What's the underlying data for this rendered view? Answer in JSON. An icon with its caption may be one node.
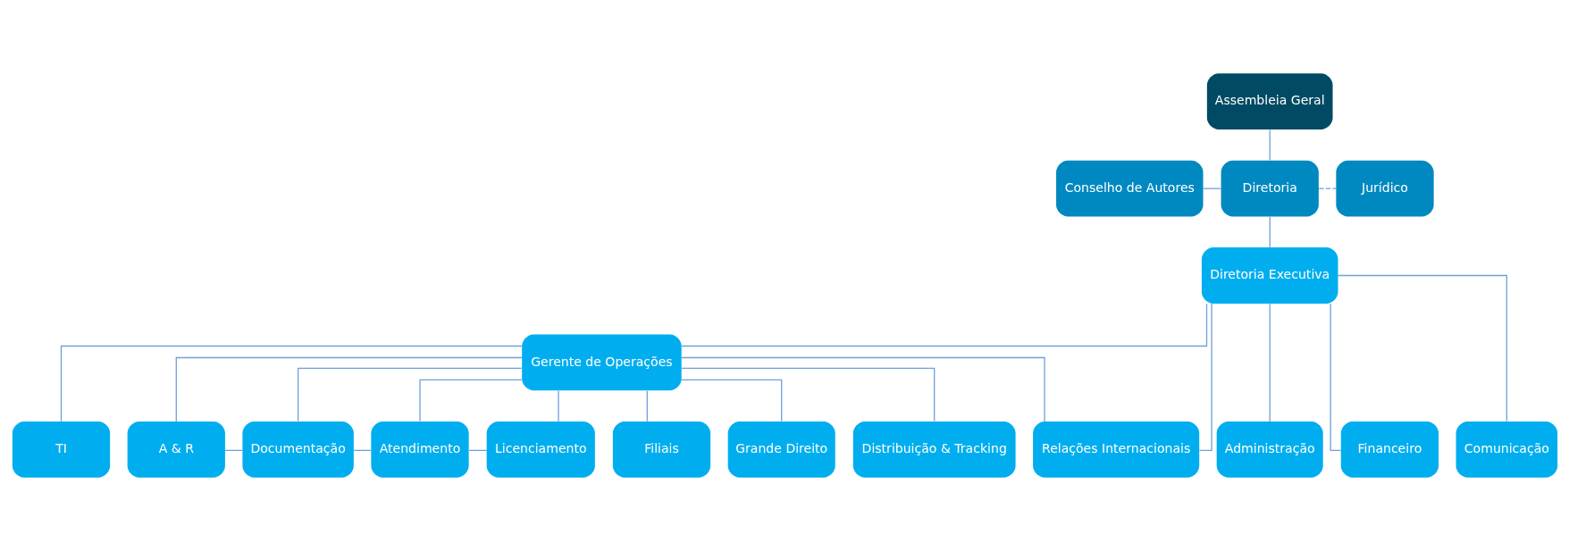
{
  "diagram": {
    "nodes": [
      {
        "text": [
          "Assembleia Geral"
        ]
      },
      {
        "text": [
          "Conselho de Autores"
        ]
      },
      {
        "text": [
          "Diretoria"
        ]
      },
      {
        "text": [
          "Jurídico"
        ]
      },
      {
        "text": [
          "Diretoria Executiva"
        ]
      },
      {
        "text": [
          "Gerente de Operações"
        ]
      },
      {
        "text": [
          "TI"
        ]
      },
      {
        "text": [
          "Administração"
        ]
      },
      {
        "text": [
          "Financeiro"
        ]
      },
      {
        "text": [
          "A & R"
        ]
      },
      {
        "text": [
          "Documentação"
        ]
      },
      {
        "text": [
          "Atendimento"
        ]
      },
      {
        "text": [
          "Licenciamento"
        ]
      },
      {
        "text": [
          "Filiais"
        ]
      },
      {
        "text": [
          "Grande Direito"
        ]
      },
      {
        "text": [
          "Distribuição & Tracking"
        ]
      },
      {
        "text": [
          "Relações Internacionais"
        ]
      },
      {
        "text": [
          "Comunicação"
        ]
      }
    ],
    "edges": [
      {
        "from": 0,
        "to": 2,
        "arrow": "none"
      },
      {
        "from": 1,
        "to": 2,
        "arrow": "none"
      },
      {
        "from": 2,
        "to": 3,
        "arrow": "none",
        "style": "dashed"
      },
      {
        "from": 2,
        "to": 4,
        "arrow": "none"
      },
      {
        "from": 4,
        "to": 7,
        "arrow": "none"
      },
      {
        "from": 4,
        "to": 8,
        "arrow": "none"
      },
      {
        "from": 4,
        "to": 16,
        "arrow": "none"
      },
      {
        "from": 4,
        "to": 17,
        "arrow": "none"
      },
      {
        "from": 4,
        "to": 5,
        "arrow": "none"
      },
      {
        "from": 5,
        "to": 6,
        "arrow": "none"
      },
      {
        "from": 5,
        "to": 9,
        "arrow": "none"
      },
      {
        "from": 5,
        "to": 10,
        "arrow": "none"
      },
      {
        "from": 5,
        "to": 11,
        "arrow": "none"
      },
      {
        "from": 5,
        "to": 12,
        "arrow": "none"
      },
      {
        "from": 5,
        "to": 13,
        "arrow": "none"
      },
      {
        "from": 5,
        "to": 14,
        "arrow": "none"
      },
      {
        "from": 5,
        "to": 15,
        "arrow": "none"
      },
      {
        "from": 5,
        "to": 16,
        "arrow": "none"
      },
      {
        "from": 9,
        "to": 10,
        "arrow": "none"
      },
      {
        "from": 10,
        "to": 11,
        "arrow": "none"
      },
      {
        "from": 11,
        "to": 12,
        "arrow": "none"
      }
    ]
  }
}
